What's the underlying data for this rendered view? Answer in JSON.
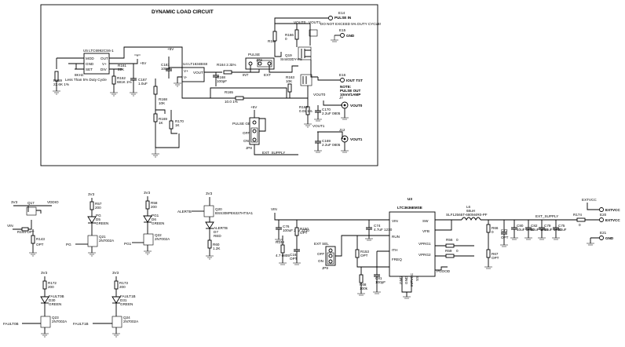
{
  "title": "DYNAMIC LOAD CIRCUIT",
  "u5": {
    "ref": "U5  LTC6992CS6-1",
    "pins": [
      "MOD",
      "GND",
      "SET",
      "OUT",
      "V+",
      "DIV"
    ],
    "pin_numbers": [
      "1",
      "2",
      "3",
      "6",
      "5",
      "4"
    ]
  },
  "u4": {
    "ref": "U4 LT1634BS8",
    "pins": [
      "V+",
      "V-",
      "VOUT"
    ]
  },
  "labels": {
    "r159": "R159",
    "r159_val": "22.6K 1%",
    "freq_note": "8KHz.",
    "duty_note": "Less Than 5% Duty Cycle",
    "r161": "R161",
    "r161_val": "22K",
    "r162": "R162",
    "r162_val": "681K 1%",
    "c167": "C167",
    "c167_val": "1.0uF",
    "c181": "C181",
    "c181_val": "100nF",
    "v5_a": "+5V",
    "v5_b": "+5V",
    "v5_c": "+5V",
    "r164": "R164 2.3",
    "r164_val": "1%",
    "c168": "C168",
    "c168_val": "100pF",
    "r168": "R168",
    "r168_val": "10K",
    "r169": "R169",
    "r169_val": "1K",
    "r170": "R170",
    "r170_val": "1K",
    "r171": "R171",
    "r171_val": "100",
    "r165": "R165",
    "r165_val": "10.0 1%",
    "pulse": "PULSE",
    "jp6": "JP6",
    "int": "INT",
    "ext": "EXT",
    "r167": "R167",
    "r166": "R166",
    "r166_val": "0",
    "q19": "Q19",
    "q19_val": "SI4403DY-P8",
    "r163": "R163",
    "r163_val": "10K",
    "vout0": "VOUT0",
    "vout1": "VOUT1",
    "e14": "E14",
    "pulse_in": "PULSE IN",
    "not_exceed": "DO NOT EXCEED 5% DUTY CYCLE!",
    "e15": "E15",
    "gnd": "GND",
    "e16": "E16",
    "iout_tst": "IOUT TST",
    "note1": "NOTE:",
    "note2": "PULSE OUT",
    "note3": "10mV/1AMP",
    "j7": "J7",
    "c170": "C170",
    "c170_val": "2.2uF 0805",
    "r160": "R160",
    "r160_val": "0.01 1%",
    "j12": "J12",
    "c169": "C169",
    "c169_val": "2.2uF 0805",
    "pulse_gen": "PULSE GEN",
    "off": "OFF",
    "on": "ON",
    "jp8": "JP8",
    "ext_supply": "EXT_SUPPLY",
    "v3_a": "3V3",
    "q17": "Q17",
    "vcc": "VDDIO",
    "r144": "R144 OPT",
    "vin": "VIN",
    "r143": "R143",
    "opt": "OPT",
    "v3_b": "3V3",
    "r57": "R57",
    "r57_val": "200",
    "pg": "PG",
    "d5": "D5",
    "green": "GREEN",
    "q21": "Q21",
    "q21_val": "2N7002A",
    "v3_c": "3V3",
    "r58": "R58",
    "r58_val": "200",
    "pg1": "PG1",
    "d6": "D6",
    "green2": "GREEN",
    "q22": "Q22",
    "q22_val": "2N7002A",
    "v3_d": "3V3",
    "alerts": "ALERTB",
    "q20": "Q20",
    "q20_val": "BSS308PE6327HTSA1",
    "alert_lbl": "ALERTB",
    "d7": "D7",
    "red": "RED",
    "r60": "R60",
    "r60_val": "1.2K",
    "v3_e": "3V3",
    "r172": "R172",
    "r172_val": "200",
    "fault0": "FAULT0B",
    "d30": "D30",
    "green3": "GREEN",
    "q23": "Q23",
    "q23_val": "2N7002A",
    "fault0_in": "FAULT0B",
    "v3_f": "3V3",
    "r173": "R173",
    "r173_val": "200",
    "fault1": "FAULT1B",
    "d31": "D31",
    "green4": "GREEN",
    "q24": "Q24",
    "q24_val": "2N7002A",
    "fault1_in": "FAULT1B",
    "u3": "U3",
    "u3_part": "LTC3636EMSE",
    "u3_pins_left": [
      "VIN",
      "RUN",
      "ITH",
      "FREQ"
    ],
    "u3_pins_right": [
      "SW",
      "VFB",
      "VPRG1",
      "VPRG2"
    ],
    "u3_pins_bottom": [
      "GND",
      "GND",
      "INTVCC",
      "SS",
      "PGOOD"
    ],
    "c76": "C76",
    "c76_val": "100uF 25V 1210",
    "c74": "C74",
    "c74_val": "4.7uF 1210",
    "r150": "R150",
    "r150_val": "OPT",
    "c16": "C16",
    "c16_val": "OPT",
    "r148": "R148",
    "r148_val": "4.7 0805",
    "ext_sel": "EXT SEL",
    "jp9": "JP9",
    "off2": "OFF",
    "on2": "ON",
    "r153": "R153",
    "r153_val": "OPT",
    "r68": "R68",
    "r68_val": "100k",
    "c81": "C81",
    "c81_val": "100pF",
    "l6": "L6",
    "l6_val": "68uH",
    "l6_part": "SLF12565T-680M4R0-PF",
    "r56": "R56",
    "r56_val": "0",
    "r59": "R59",
    "r59_val": "0",
    "c80": "C80",
    "c80_val": "10uF 1206",
    "r66": "R66",
    "r66_val": "0",
    "r67": "R67",
    "r67_val": "OPT",
    "c73": "C73",
    "c73_val": "OPT",
    "c82": "C82",
    "c82_val": "10uF 1206",
    "c79": "C79",
    "c79_val": "10uF 1206",
    "c75": "C75",
    "c75_val": "22uF",
    "ext_supply2": "EXT_SUPPLY",
    "r174": "R174",
    "r174_val": "0",
    "e20": "E20",
    "extvcc": "EXTVCC",
    "extvcc2": "EXTVCC",
    "e21": "E21",
    "gnd2": "GND"
  }
}
